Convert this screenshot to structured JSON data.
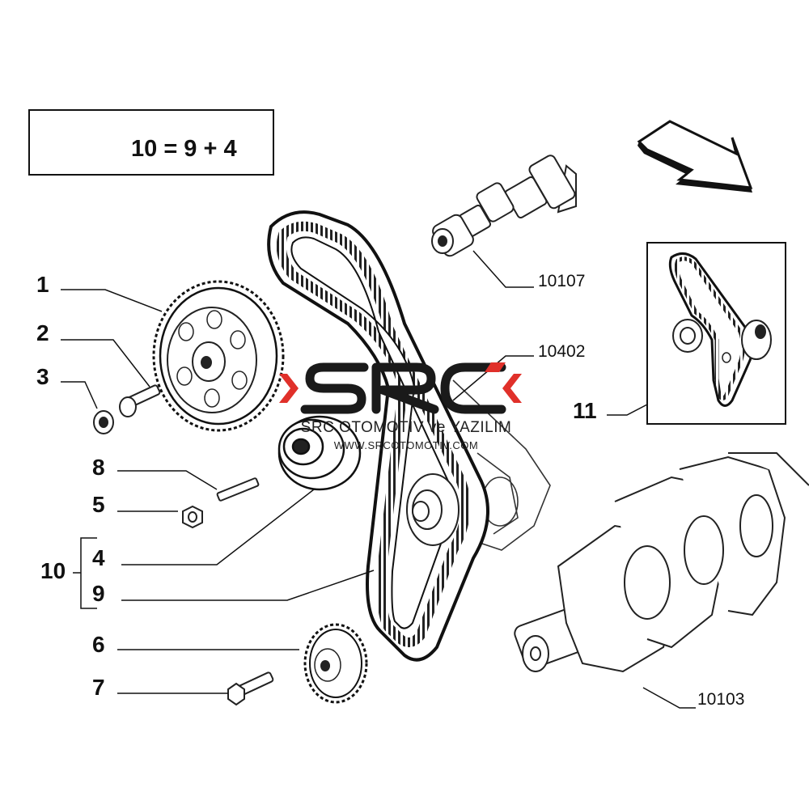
{
  "legend": {
    "formula": "10 = 9 + 4",
    "icon": "kit-icon"
  },
  "callouts": {
    "c1": "1",
    "c2": "2",
    "c3": "3",
    "c8": "8",
    "c5": "5",
    "c4": "4",
    "c10": "10",
    "c9": "9",
    "c6": "6",
    "c7": "7",
    "c11": "11"
  },
  "references": {
    "camshaft": "10107",
    "cylinder_head": "10402",
    "crankshaft": "10103"
  },
  "watermark": {
    "logo": "SRC",
    "company": "SRC OTOMOTİV ve YAZILIM",
    "url": "WWW.SRCOTOMOTIV.COM",
    "accent_color": "#e0302a",
    "text_color": "#1a1a1a"
  },
  "arrow": {
    "icon": "direction-arrow-icon"
  }
}
